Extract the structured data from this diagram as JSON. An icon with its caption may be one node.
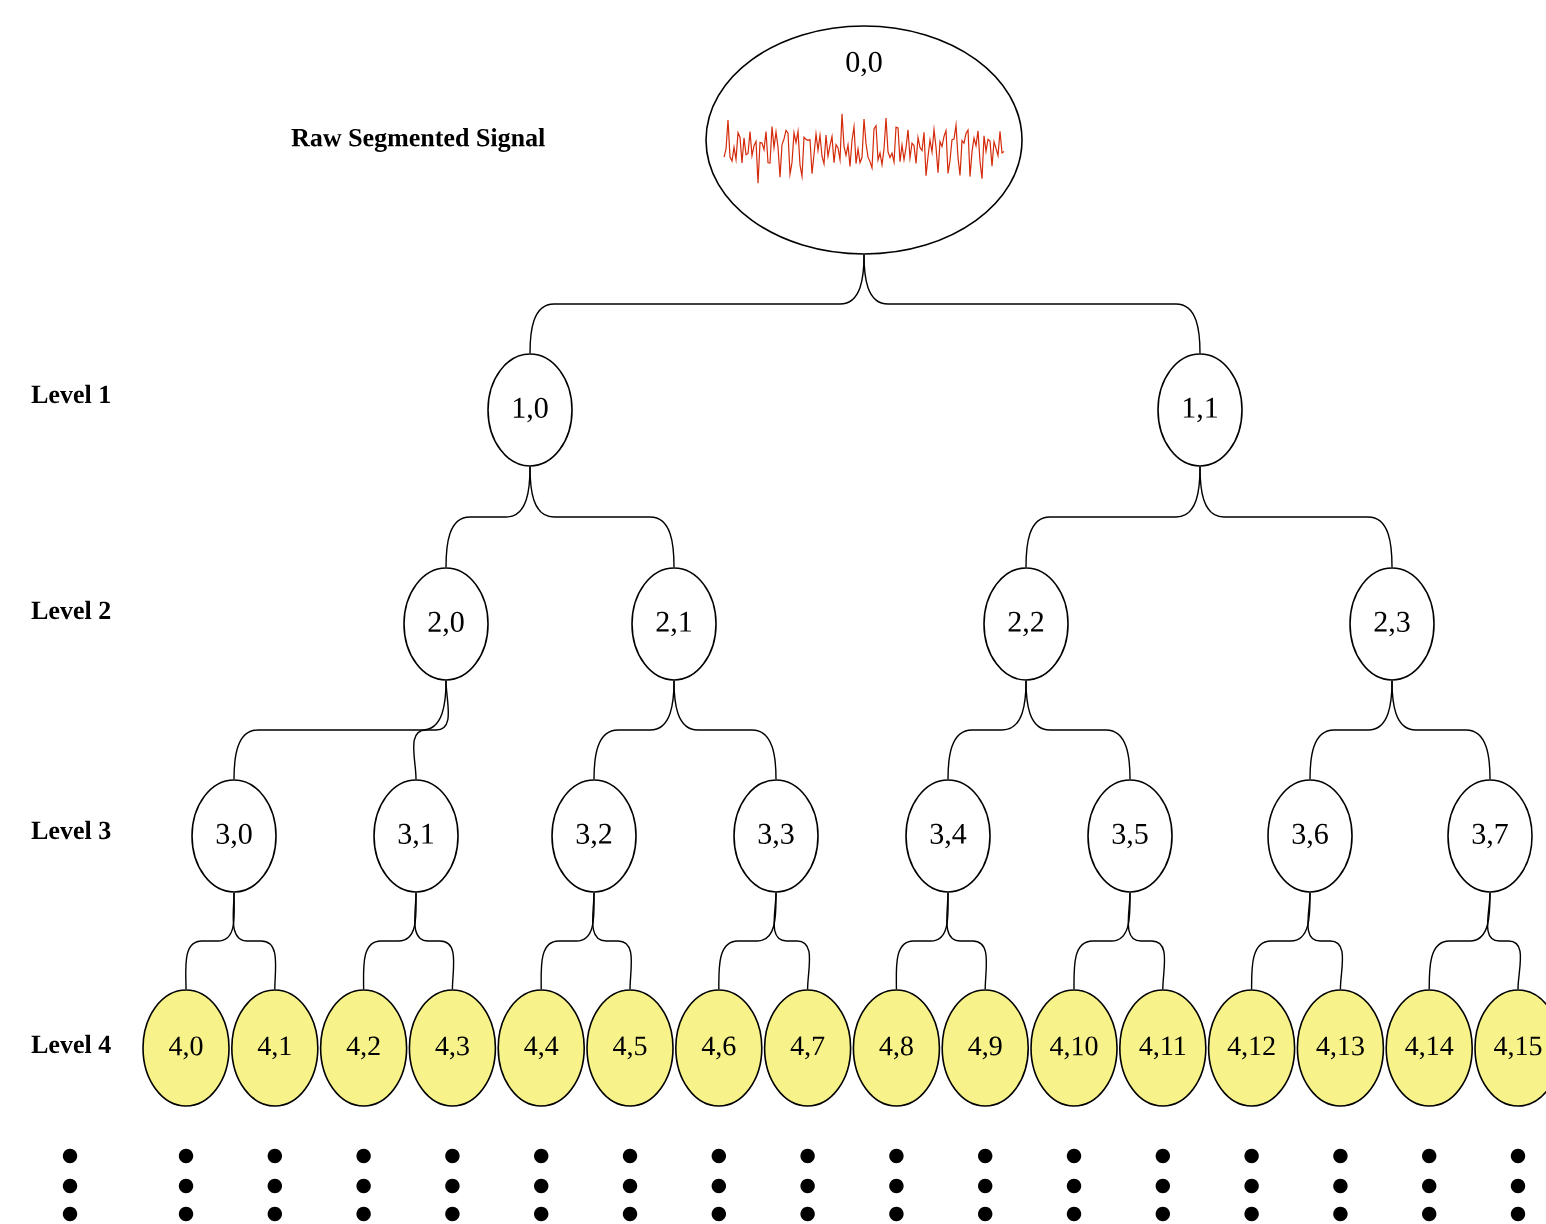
{
  "diagram": {
    "nodes": [
      {
        "text": [
          "0,0"
        ]
      },
      {
        "text": [
          "1,0"
        ]
      },
      {
        "text": [
          "1,1"
        ]
      },
      {
        "text": [
          "2,0"
        ]
      },
      {
        "text": [
          "2,1"
        ]
      },
      {
        "text": [
          "2,2"
        ]
      },
      {
        "text": [
          "2,3"
        ]
      },
      {
        "text": [
          "3,0"
        ]
      },
      {
        "text": [
          "3,1"
        ]
      },
      {
        "text": [
          "3,2"
        ]
      },
      {
        "text": [
          "3,3"
        ]
      },
      {
        "text": [
          "3,4"
        ]
      },
      {
        "text": [
          "3,5"
        ]
      },
      {
        "text": [
          "3,6"
        ]
      },
      {
        "text": [
          "3,7"
        ]
      },
      {
        "text": [
          "4,0"
        ]
      },
      {
        "text": [
          "4,1"
        ]
      },
      {
        "text": [
          "4,2"
        ]
      },
      {
        "text": [
          "4,3"
        ]
      },
      {
        "text": [
          "4,4"
        ]
      },
      {
        "text": [
          "4,5"
        ]
      },
      {
        "text": [
          "4,6"
        ]
      },
      {
        "text": [
          "4,7"
        ]
      },
      {
        "text": [
          "4,8"
        ]
      },
      {
        "text": [
          "4,9"
        ]
      },
      {
        "text": [
          "4,10"
        ]
      },
      {
        "text": [
          "4,11"
        ]
      },
      {
        "text": [
          "4,12"
        ]
      },
      {
        "text": [
          "4,13"
        ]
      },
      {
        "text": [
          "4,14"
        ]
      },
      {
        "text": [
          "4,15"
        ]
      }
    ],
    "edges": [
      {
        "from": 0,
        "to": 1,
        "arrow": "none"
      },
      {
        "from": 0,
        "to": 2,
        "arrow": "none"
      },
      {
        "from": 1,
        "to": 3,
        "arrow": "none"
      },
      {
        "from": 1,
        "to": 4,
        "arrow": "none"
      },
      {
        "from": 2,
        "to": 5,
        "arrow": "none"
      },
      {
        "from": 2,
        "to": 6,
        "arrow": "none"
      },
      {
        "from": 3,
        "to": 7,
        "arrow": "none"
      },
      {
        "from": 3,
        "to": 8,
        "arrow": "none"
      },
      {
        "from": 4,
        "to": 9,
        "arrow": "none"
      },
      {
        "from": 4,
        "to": 10,
        "arrow": "none"
      },
      {
        "from": 5,
        "to": 11,
        "arrow": "none"
      },
      {
        "from": 5,
        "to": 12,
        "arrow": "none"
      },
      {
        "from": 6,
        "to": 13,
        "arrow": "none"
      },
      {
        "from": 6,
        "to": 14,
        "arrow": "none"
      },
      {
        "from": 7,
        "to": 15,
        "arrow": "none"
      },
      {
        "from": 7,
        "to": 16,
        "arrow": "none"
      },
      {
        "from": 8,
        "to": 17,
        "arrow": "none"
      },
      {
        "from": 8,
        "to": 18,
        "arrow": "none"
      },
      {
        "from": 9,
        "to": 19,
        "arrow": "none"
      },
      {
        "from": 9,
        "to": 20,
        "arrow": "none"
      },
      {
        "from": 10,
        "to": 21,
        "arrow": "none"
      },
      {
        "from": 10,
        "to": 22,
        "arrow": "none"
      },
      {
        "from": 11,
        "to": 23,
        "arrow": "none"
      },
      {
        "from": 11,
        "to": 24,
        "arrow": "none"
      },
      {
        "from": 12,
        "to": 25,
        "arrow": "none"
      },
      {
        "from": 12,
        "to": 26,
        "arrow": "none"
      },
      {
        "from": 13,
        "to": 27,
        "arrow": "none"
      },
      {
        "from": 13,
        "to": 28,
        "arrow": "none"
      },
      {
        "from": 14,
        "to": 29,
        "arrow": "none"
      },
      {
        "from": 14,
        "to": 30,
        "arrow": "none"
      }
    ],
    "labels": [
      "Raw Segmented Signal",
      "Level 1",
      "Level 2",
      "Level 3",
      "Level 4"
    ]
  }
}
